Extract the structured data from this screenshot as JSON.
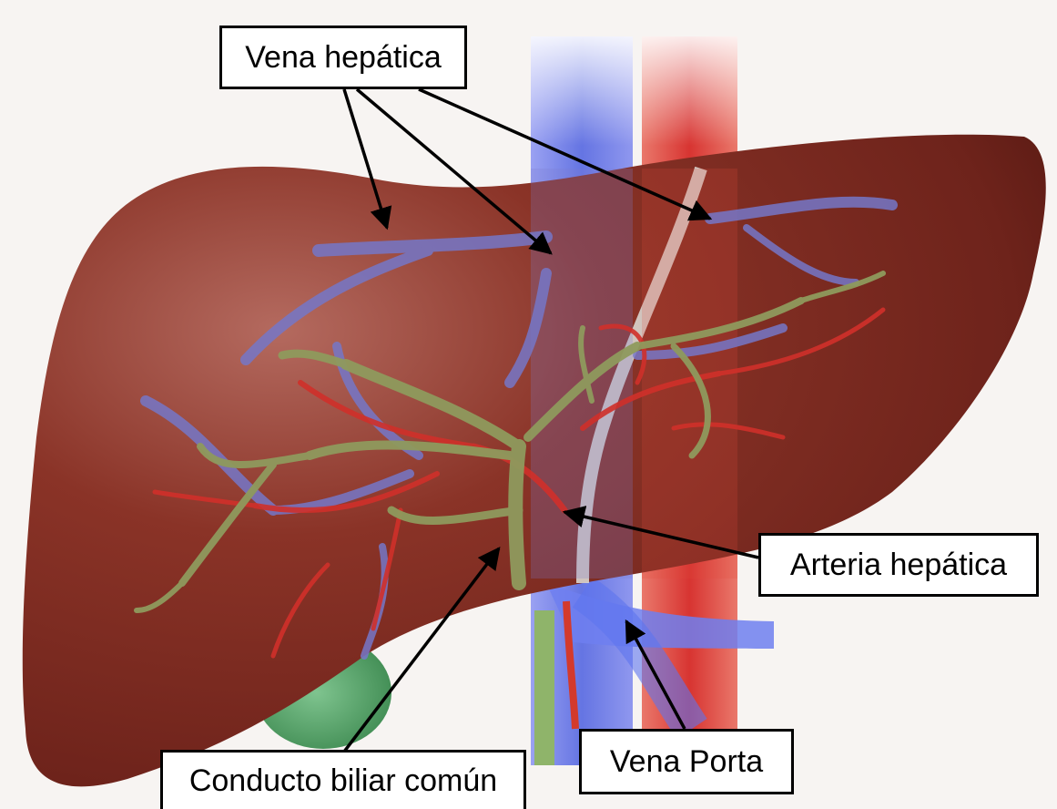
{
  "labels": {
    "vena_hepatica": "Vena hepática",
    "arteria_hepatica": "Arteria hepática",
    "conducto_biliar": "Conducto biliar común",
    "vena_porta": "Vena Porta"
  },
  "colors": {
    "liver": "#7a2a22",
    "liver_highlight": "#b0655a",
    "hepatic_vein": "#6f72c4",
    "artery": "#d0302a",
    "bile_duct": "#8e9a5c",
    "gallbladder": "#4e9a62",
    "vena_cava_blue": "#5d6fe0",
    "aorta_red": "#d8302c",
    "arrow": "#000000"
  }
}
